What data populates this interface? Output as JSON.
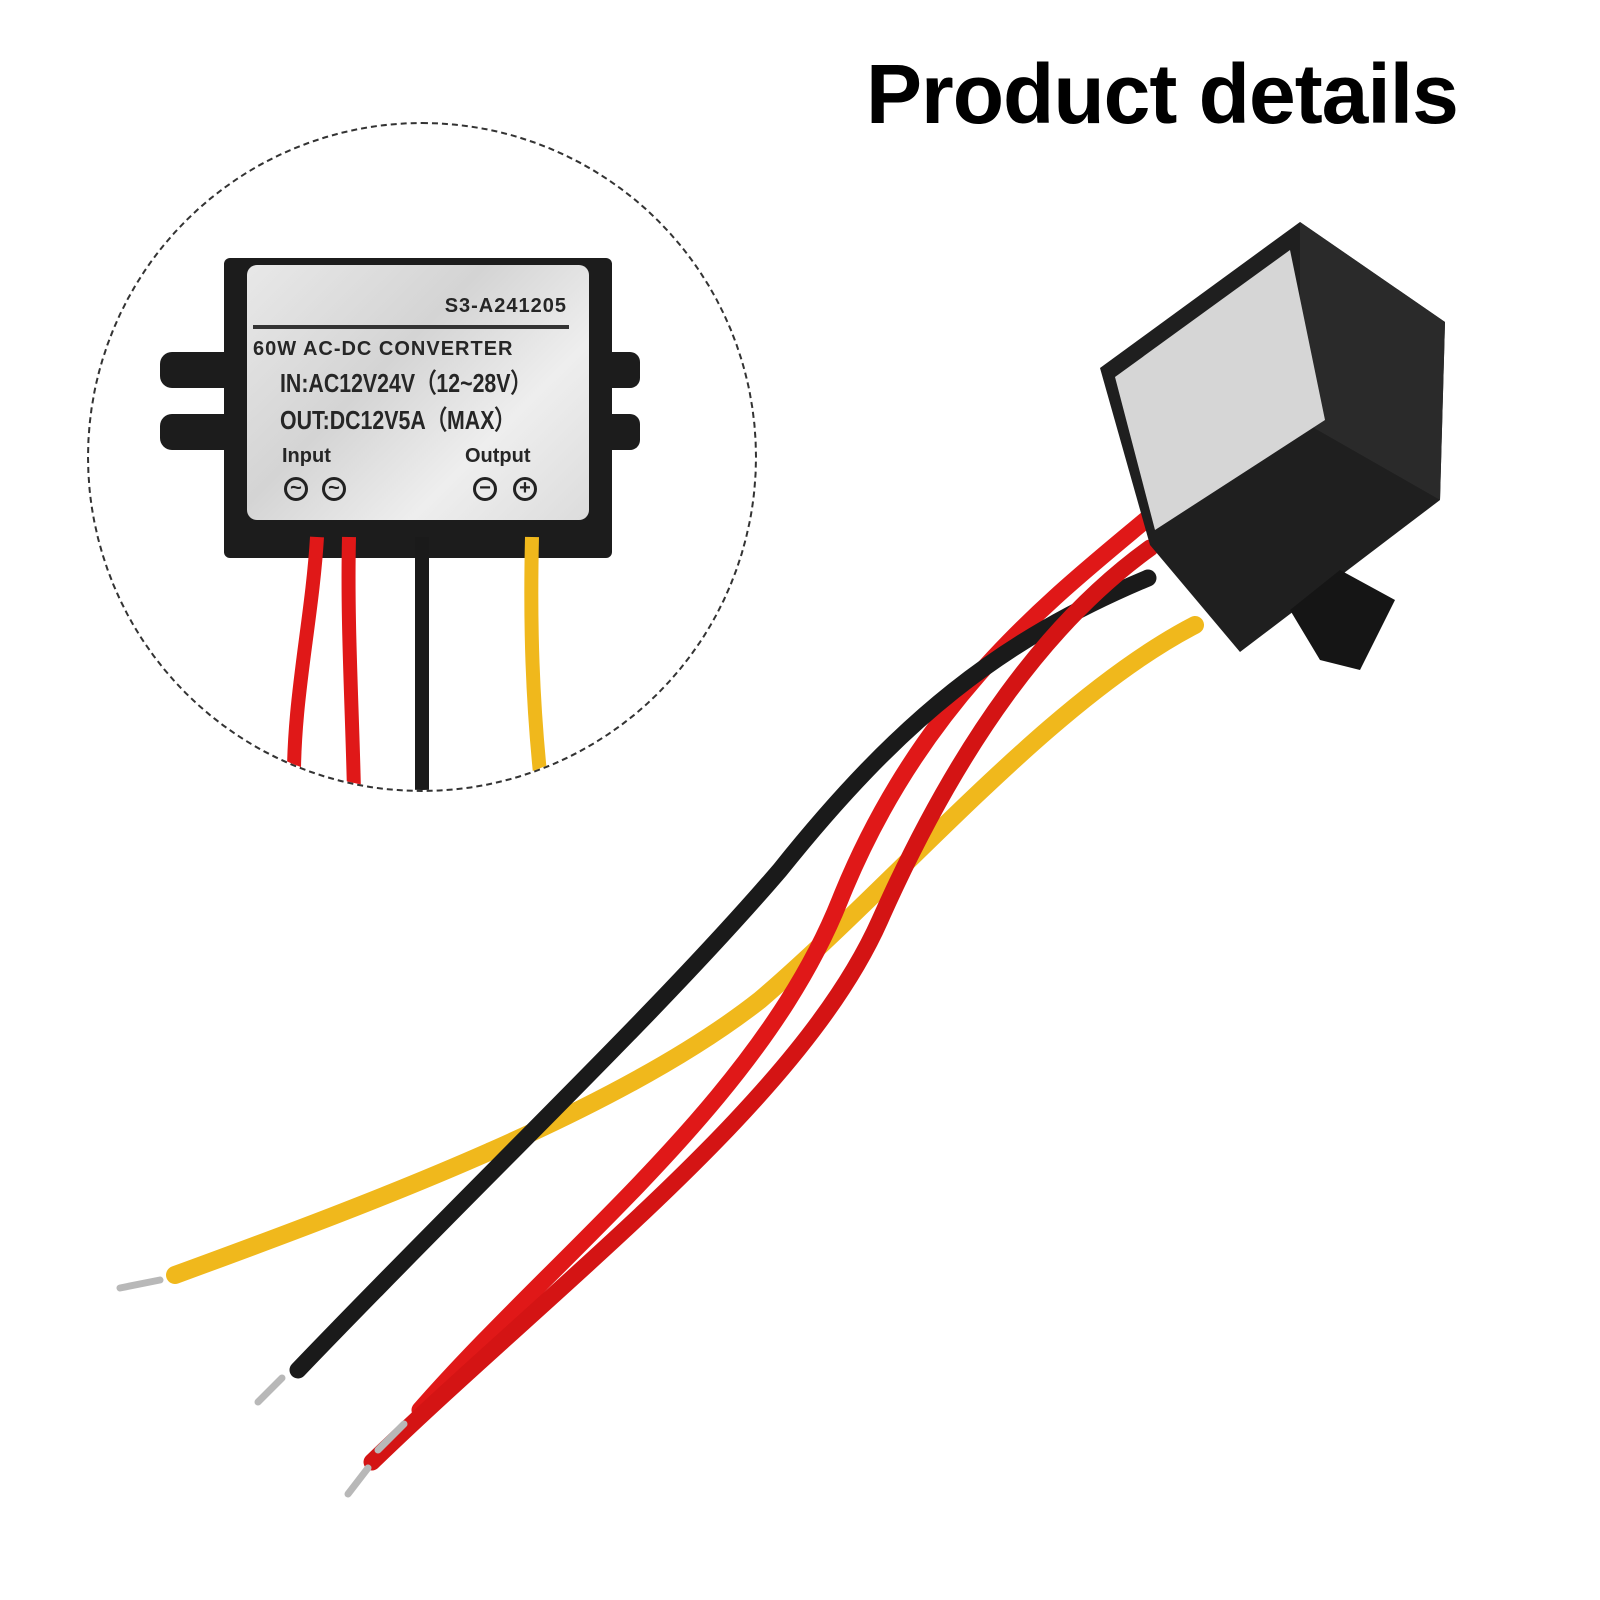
{
  "header": {
    "title": "Product details"
  },
  "product": {
    "type": "AC-DC converter module with wire leads",
    "wire_colors": {
      "red": "#e01818",
      "black": "#1a1a1a",
      "yellow": "#f0b81c"
    },
    "housing_color": "#1c1c1c",
    "label": {
      "model": "S3-A241205",
      "title": "60W AC-DC CONVERTER",
      "input_spec": "IN:AC12V24V（12~28V）",
      "output_spec": "OUT:DC12V5A（MAX）",
      "input_label": "Input",
      "output_label": "Output",
      "input_symbols": [
        "~",
        "~"
      ],
      "output_symbols": [
        "−",
        "+"
      ]
    }
  },
  "inset": {
    "shape": "dashed-circle",
    "description": "close-up of front label"
  }
}
